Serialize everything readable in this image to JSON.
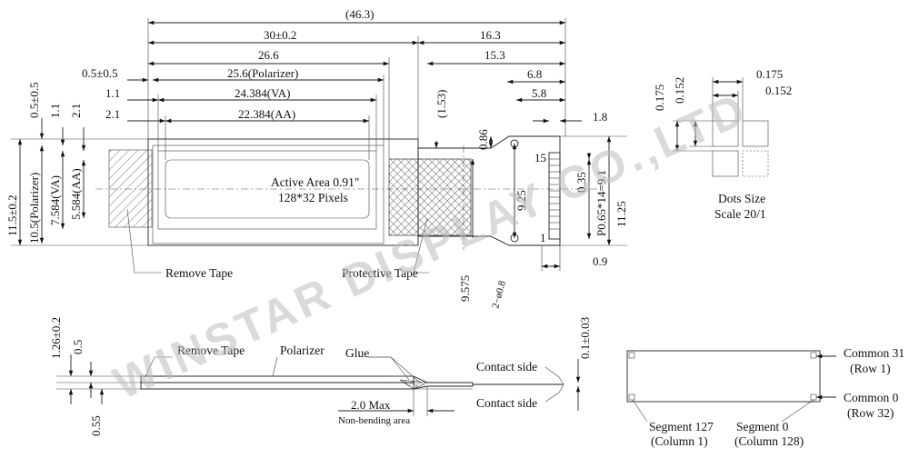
{
  "top_dims": {
    "overall": "(46.3)",
    "outline": "30±0.2",
    "right_16_3": "16.3",
    "d26_6": "26.6",
    "d15_3": "15.3",
    "offset_0_5": "0.5±0.5",
    "polarizer": "25.6(Polarizer)",
    "d6_8": "6.8",
    "d1_1": "1.1",
    "va": "24.384(VA)",
    "d5_8": "5.8",
    "d1_53": "(1.53)",
    "d2_1": "2.1",
    "aa": "22.384(AA)",
    "d1_8": "1.8"
  },
  "left_dims": {
    "height": "11.5±0.2",
    "polarizer_h": "10.5(Polarizer)",
    "va_h": "7.584(VA)",
    "aa_h": "5.584(AA)",
    "v0_5": "0.5±0.5",
    "v1_1": "1.1",
    "v2_1": "2.1"
  },
  "right_dims": {
    "d0_86": "0.86",
    "d9_25": "9.25",
    "d0_35": "0.35",
    "pitch": "P0.65*14=9.1",
    "d11_25": "11.25",
    "d9_575": "9.575",
    "d0_9": "0.9",
    "hole": "2−ø0.8",
    "pin15": "15",
    "pin1": "1"
  },
  "active_area": {
    "line1": "Active Area 0.91\"",
    "line2": "128*32 Pixels"
  },
  "labels": {
    "remove_tape": "Remove Tape",
    "protective_tape": "Protective Tape"
  },
  "dots": {
    "d0_175a": "0.175",
    "d0_152a": "0.152",
    "d0_175b": "0.175",
    "d0_152b": "0.152",
    "caption1": "Dots Size",
    "caption2": "Scale  20/1"
  },
  "side": {
    "thickness": "1.26±0.2",
    "d0_5": "0.5",
    "d0_55": "0.55",
    "remove_tape": "Remove Tape",
    "polarizer": "Polarizer",
    "glue": "Glue",
    "contact_top": "Contact side",
    "contact_bottom": "Contact side",
    "fpc_thk": "0.1±0.03",
    "max": "2.0 Max",
    "non_bending": "Non-bending area"
  },
  "map": {
    "com31": "Common 31",
    "row1": "(Row 1)",
    "com0": "Common 0",
    "row32": "(Row 32)",
    "seg127": "Segment 127",
    "col1": "(Column 1)",
    "seg0": "Segment 0",
    "col128": "(Column 128)"
  },
  "watermark": "WINSTAR DISPLAY CO.,LTD"
}
